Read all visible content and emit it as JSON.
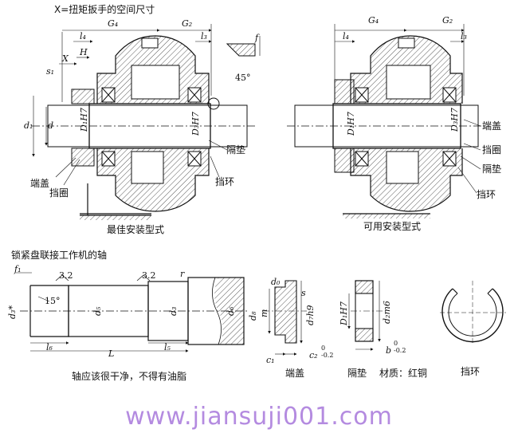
{
  "top_note": "X=扭矩扳手的空间尺寸",
  "left_view": {
    "caption": "最佳安装型式",
    "dims": {
      "G4": "G₄",
      "G2": "G₂",
      "l4": "l₄",
      "l3": "l₃",
      "f": "f",
      "X": "X",
      "H": "H",
      "s1": "s₁",
      "angle": "45°",
      "d1": "d₁",
      "d": "d",
      "D1H7": "D₁H7",
      "D3H7": "D₃H7"
    },
    "parts": {
      "end_cover": "端盖",
      "retaining_ring": "挡圈",
      "spacer": "隔垫",
      "stop_ring": "挡环"
    }
  },
  "right_view": {
    "caption": "可用安装型式",
    "dims": {
      "G4": "G₄",
      "G2": "G₂",
      "l4": "l₄",
      "l3": "l₃",
      "D1H7": "D₁H7",
      "D3H7": "D₃H7"
    },
    "parts": {
      "end_cover": "端盖",
      "retaining_ring": "挡圈",
      "spacer": "隔垫",
      "stop_ring": "挡环"
    }
  },
  "shaft": {
    "title": "锁紧盘联接工作机的轴",
    "note": "轴应该很干净，不得有油脂",
    "dims": {
      "f1": "f₁",
      "r1": "3.2",
      "r2": "3.2",
      "r": "r",
      "angle": "15°",
      "d3star": "d₃*",
      "d5": "d₅",
      "d3": "d₃",
      "d6": "d₆",
      "l6": "l₆",
      "L": "L",
      "l5": "l₅"
    }
  },
  "end_cover": {
    "caption": "端盖",
    "dims": {
      "d8": "d₈",
      "m": "m",
      "d7h9": "d₇h9",
      "d0": "d₀",
      "s": "s",
      "c1": "c₁",
      "c2": "c₂",
      "c2_tol": "0\n-0.2"
    }
  },
  "spacer": {
    "caption": "隔垫",
    "material": "材质：红铜",
    "dims": {
      "D1H7": "D₁H7",
      "d2m6": "d₂m6",
      "b": "b",
      "b_tol": "0\n-0.2"
    }
  },
  "stop_ring": {
    "caption": "挡环"
  },
  "watermark": "www.jiansuji001.com"
}
